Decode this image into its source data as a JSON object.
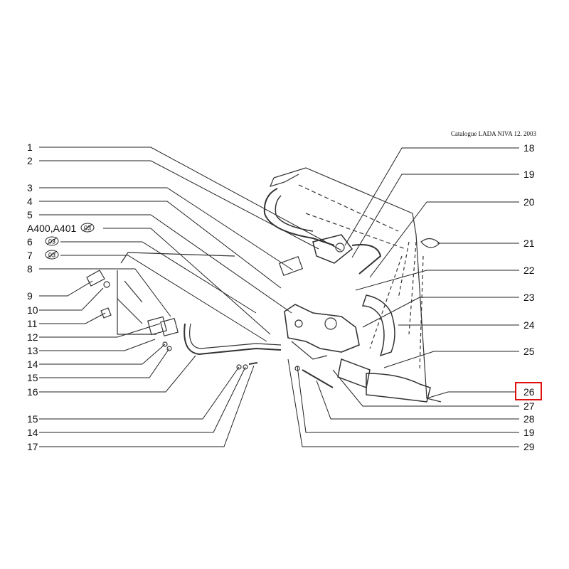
{
  "header": "Catalogue LADA NIVA 12. 2003",
  "left_labels": [
    "1",
    "2",
    "3",
    "4",
    "5",
    "A400,A401",
    "6",
    "7",
    "8",
    "9",
    "10",
    "11",
    "12",
    "13",
    "14",
    "15",
    "16",
    "15",
    "14",
    "17"
  ],
  "right_labels": [
    "18",
    "19",
    "20",
    "21",
    "22",
    "23",
    "24",
    "25",
    "26",
    "27",
    "28",
    "19",
    "29"
  ],
  "badges": [
    "03",
    "03",
    "03"
  ],
  "highlight": {
    "label": "26",
    "color": "#e01010"
  }
}
